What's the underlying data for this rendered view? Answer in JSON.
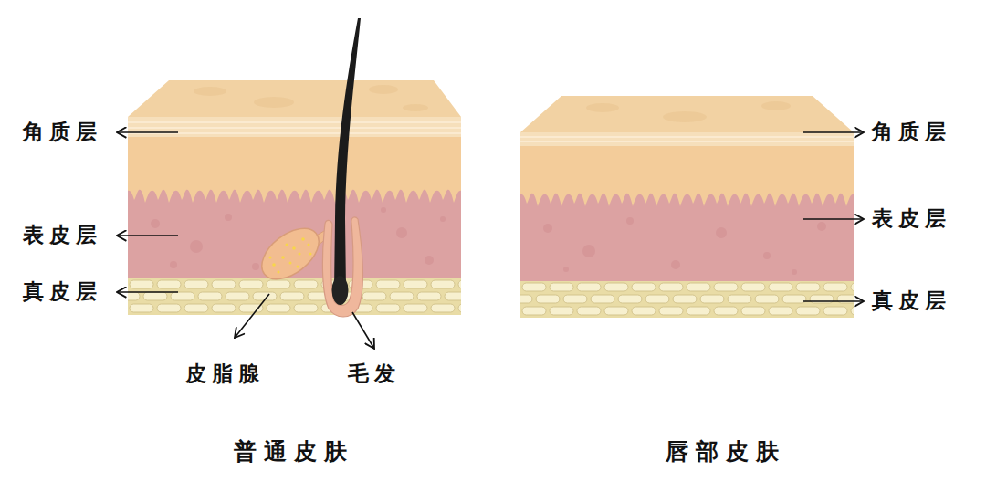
{
  "diagram": {
    "labels": [
      "角质层",
      "表皮层",
      "真皮层",
      "皮脂腺",
      "毛发",
      "普通皮肤",
      "角质层",
      "表皮层",
      "真皮层",
      "唇部皮肤"
    ]
  }
}
